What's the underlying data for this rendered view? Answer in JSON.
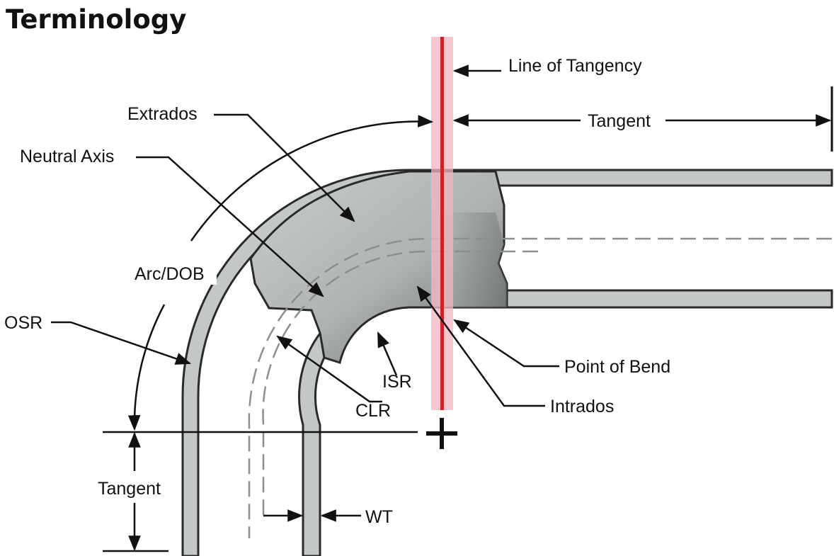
{
  "title": "Terminology",
  "labels": {
    "line_of_tangency": "Line of Tangency",
    "tangent_top": "Tangent",
    "extrados": "Extrados",
    "neutral_axis": "Neutral Axis",
    "arc_dob": "Arc/DOB",
    "osr": "OSR",
    "isr": "ISR",
    "clr": "CLR",
    "point_of_bend": "Point of Bend",
    "intrados": "Intrados",
    "tangent_left": "Tangent",
    "wt": "WT"
  },
  "colors": {
    "tube_fill": "#c3c7c6",
    "section_light": "#bfc3c2",
    "section_dark": "#6f7473",
    "tangency_band": "#f2b6c2",
    "tangency_line": "#d0202a",
    "hidden_line": "#8a8f8f",
    "ink": "#111111"
  }
}
